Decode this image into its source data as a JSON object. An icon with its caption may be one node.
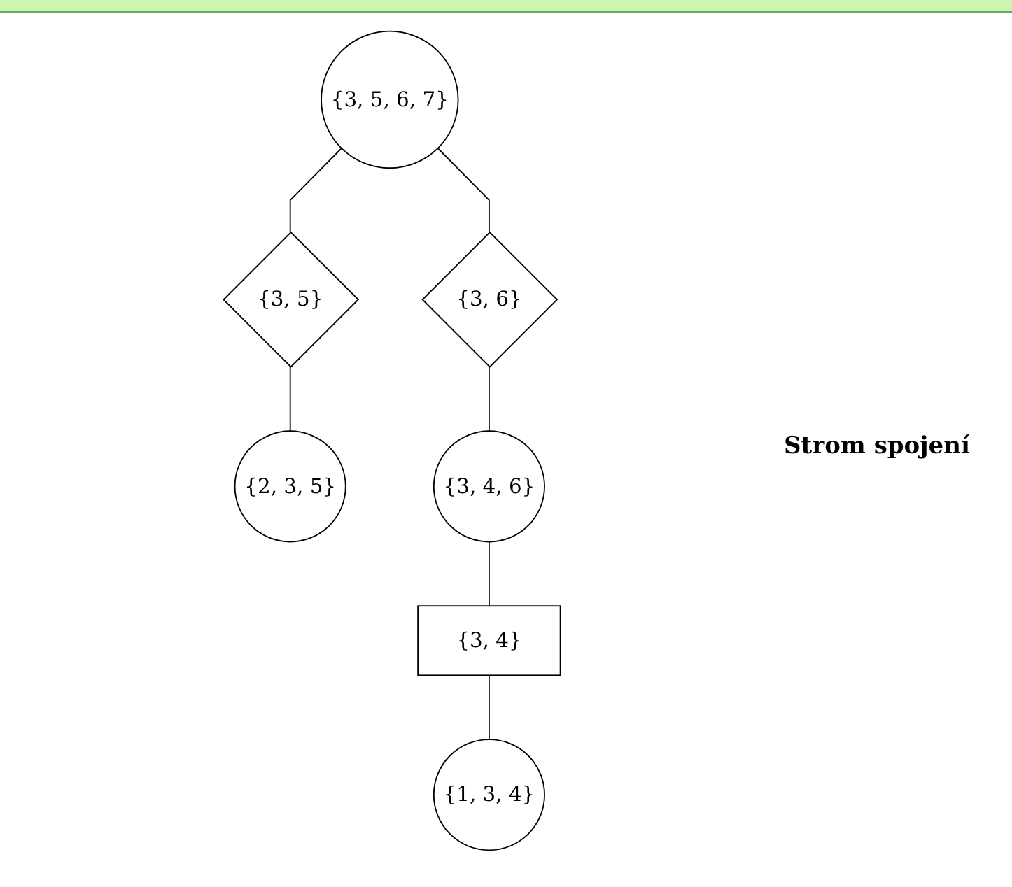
{
  "diagram": {
    "nodes": [
      {
        "text": [
          "{3, 5, 6, 7}"
        ]
      },
      {
        "text": [
          "{3, 5}"
        ]
      },
      {
        "text": [
          "{3, 6}"
        ]
      },
      {
        "text": [
          "{2, 3, 5}"
        ]
      },
      {
        "text": [
          "{3, 4, 6}"
        ]
      },
      {
        "text": [
          "{3, 4}"
        ]
      },
      {
        "text": [
          "{1, 3, 4}"
        ]
      }
    ],
    "edges": [
      {
        "from": 0,
        "to": 1,
        "arrow": "none"
      },
      {
        "from": 1,
        "to": 3,
        "arrow": "none"
      },
      {
        "from": 0,
        "to": 2,
        "arrow": "none"
      },
      {
        "from": 2,
        "to": 4,
        "arrow": "none"
      },
      {
        "from": 4,
        "to": 5,
        "arrow": "none"
      },
      {
        "from": 5,
        "to": 6,
        "arrow": "none"
      }
    ],
    "labels": [
      "Strom spojení"
    ]
  }
}
